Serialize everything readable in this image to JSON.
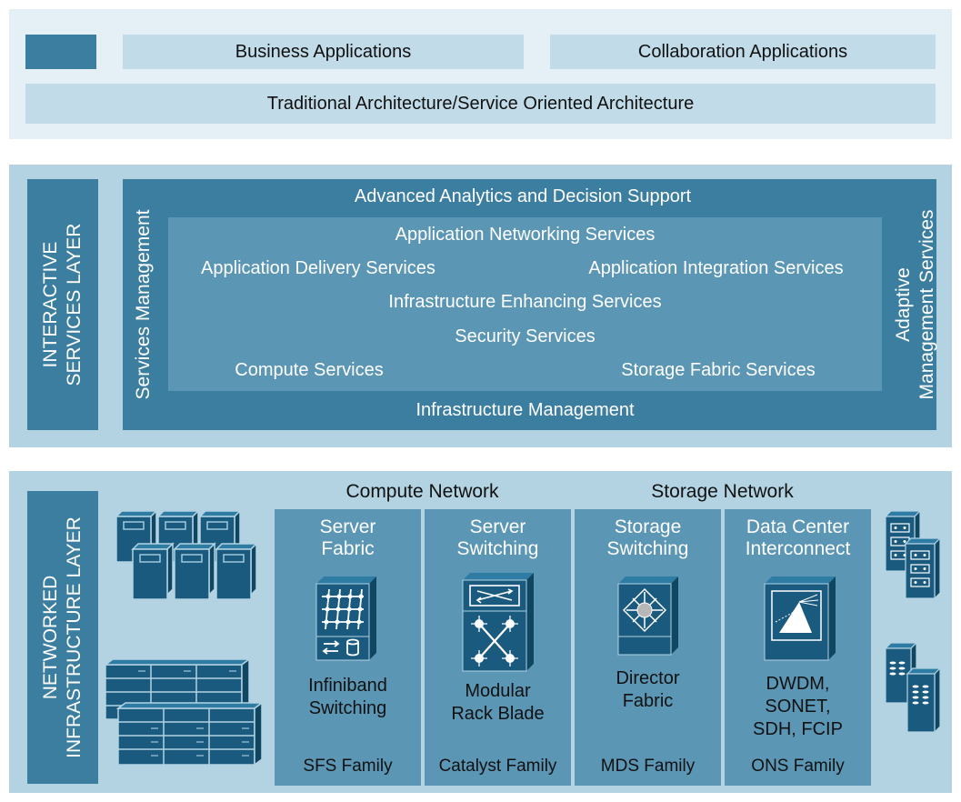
{
  "top": {
    "business_applications": "Business Applications",
    "collaboration_applications": "Collaboration Applications",
    "architecture": "Traditional Architecture/Service Oriented Architecture"
  },
  "interactive": {
    "layer_label_line1": "INTERACTIVE",
    "layer_label_line2": "SERVICES LAYER",
    "advanced_analytics": "Advanced Analytics and Decision Support",
    "application_networking": "Application Networking Services",
    "application_delivery": "Application Delivery Services",
    "application_integration": "Application Integration Services",
    "infrastructure_enhancing": "Infrastructure Enhancing Services",
    "security": "Security Services",
    "compute": "Compute Services",
    "storage_fabric": "Storage Fabric Services",
    "infrastructure_management": "Infrastructure Management",
    "services_management": "Services Management",
    "adaptive_line1": "Adaptive",
    "adaptive_line2": "Management Services"
  },
  "networked": {
    "layer_label_line1": "NETWORKED",
    "layer_label_line2": "INFRASTRUCTURE LAYER",
    "compute_network": "Compute Network",
    "storage_network": "Storage Network",
    "columns": [
      {
        "title1": "Server",
        "title2": "Fabric",
        "desc1": "Infiniband",
        "desc2": "Switching",
        "desc3": "",
        "family": "SFS Family",
        "icon": "infiniband-switch-icon"
      },
      {
        "title1": "Server",
        "title2": "Switching",
        "desc1": "Modular",
        "desc2": "Rack Blade",
        "desc3": "",
        "family": "Catalyst Family",
        "icon": "modular-switch-icon"
      },
      {
        "title1": "Storage",
        "title2": "Switching",
        "desc1": "Director",
        "desc2": "Fabric",
        "desc3": "",
        "family": "MDS Family",
        "icon": "director-switch-icon"
      },
      {
        "title1": "Data Center",
        "title2": "Interconnect",
        "desc1": "DWDM,",
        "desc2": "SONET,",
        "desc3": "SDH, FCIP",
        "family": "ONS Family",
        "icon": "optical-interconnect-icon"
      }
    ]
  },
  "colors": {
    "dark_blue": "#3c7ea0",
    "mid_blue": "#5b96b5",
    "light_blue": "#b3d3e3",
    "pale_blue": "#e4f0f6",
    "icon_dark": "#1a5a7e"
  }
}
